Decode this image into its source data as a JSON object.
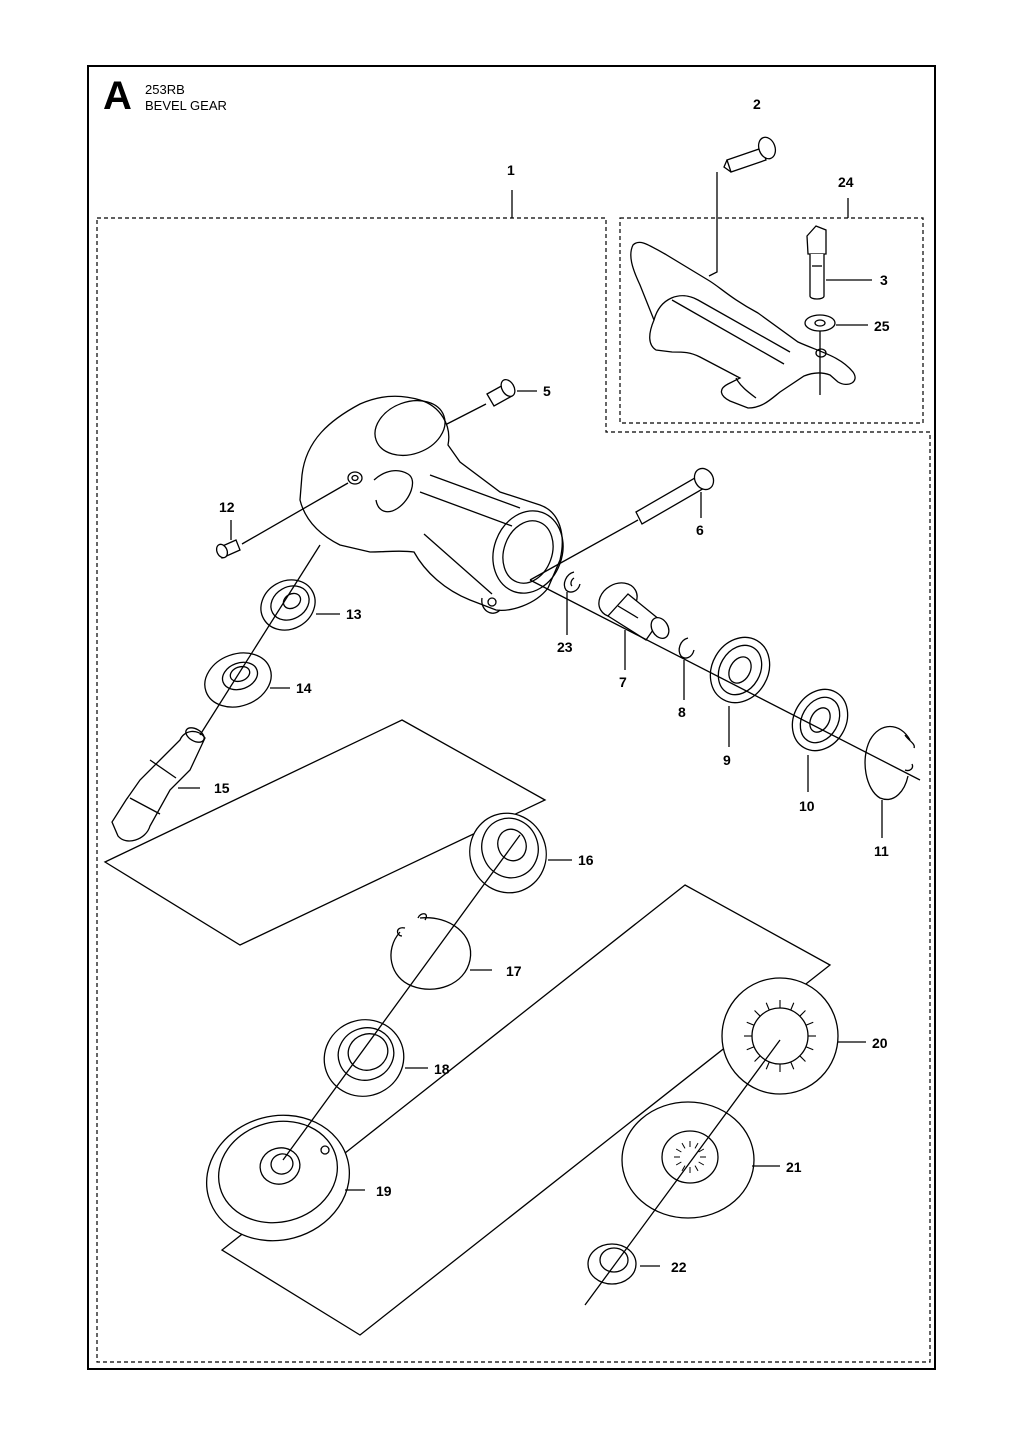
{
  "header": {
    "section_letter": "A",
    "model": "253RB",
    "title": "BEVEL GEAR"
  },
  "callouts": [
    {
      "id": "1",
      "label": "1"
    },
    {
      "id": "2",
      "label": "2"
    },
    {
      "id": "3",
      "label": "3"
    },
    {
      "id": "5",
      "label": "5"
    },
    {
      "id": "6",
      "label": "6"
    },
    {
      "id": "7",
      "label": "7"
    },
    {
      "id": "8",
      "label": "8"
    },
    {
      "id": "9",
      "label": "9"
    },
    {
      "id": "10",
      "label": "10"
    },
    {
      "id": "11",
      "label": "11"
    },
    {
      "id": "12",
      "label": "12"
    },
    {
      "id": "13",
      "label": "13"
    },
    {
      "id": "14",
      "label": "14"
    },
    {
      "id": "15",
      "label": "15"
    },
    {
      "id": "16",
      "label": "16"
    },
    {
      "id": "17",
      "label": "17"
    },
    {
      "id": "18",
      "label": "18"
    },
    {
      "id": "19",
      "label": "19"
    },
    {
      "id": "20",
      "label": "20"
    },
    {
      "id": "21",
      "label": "21"
    },
    {
      "id": "22",
      "label": "22"
    },
    {
      "id": "23",
      "label": "23"
    },
    {
      "id": "24",
      "label": "24"
    },
    {
      "id": "25",
      "label": "25"
    }
  ]
}
